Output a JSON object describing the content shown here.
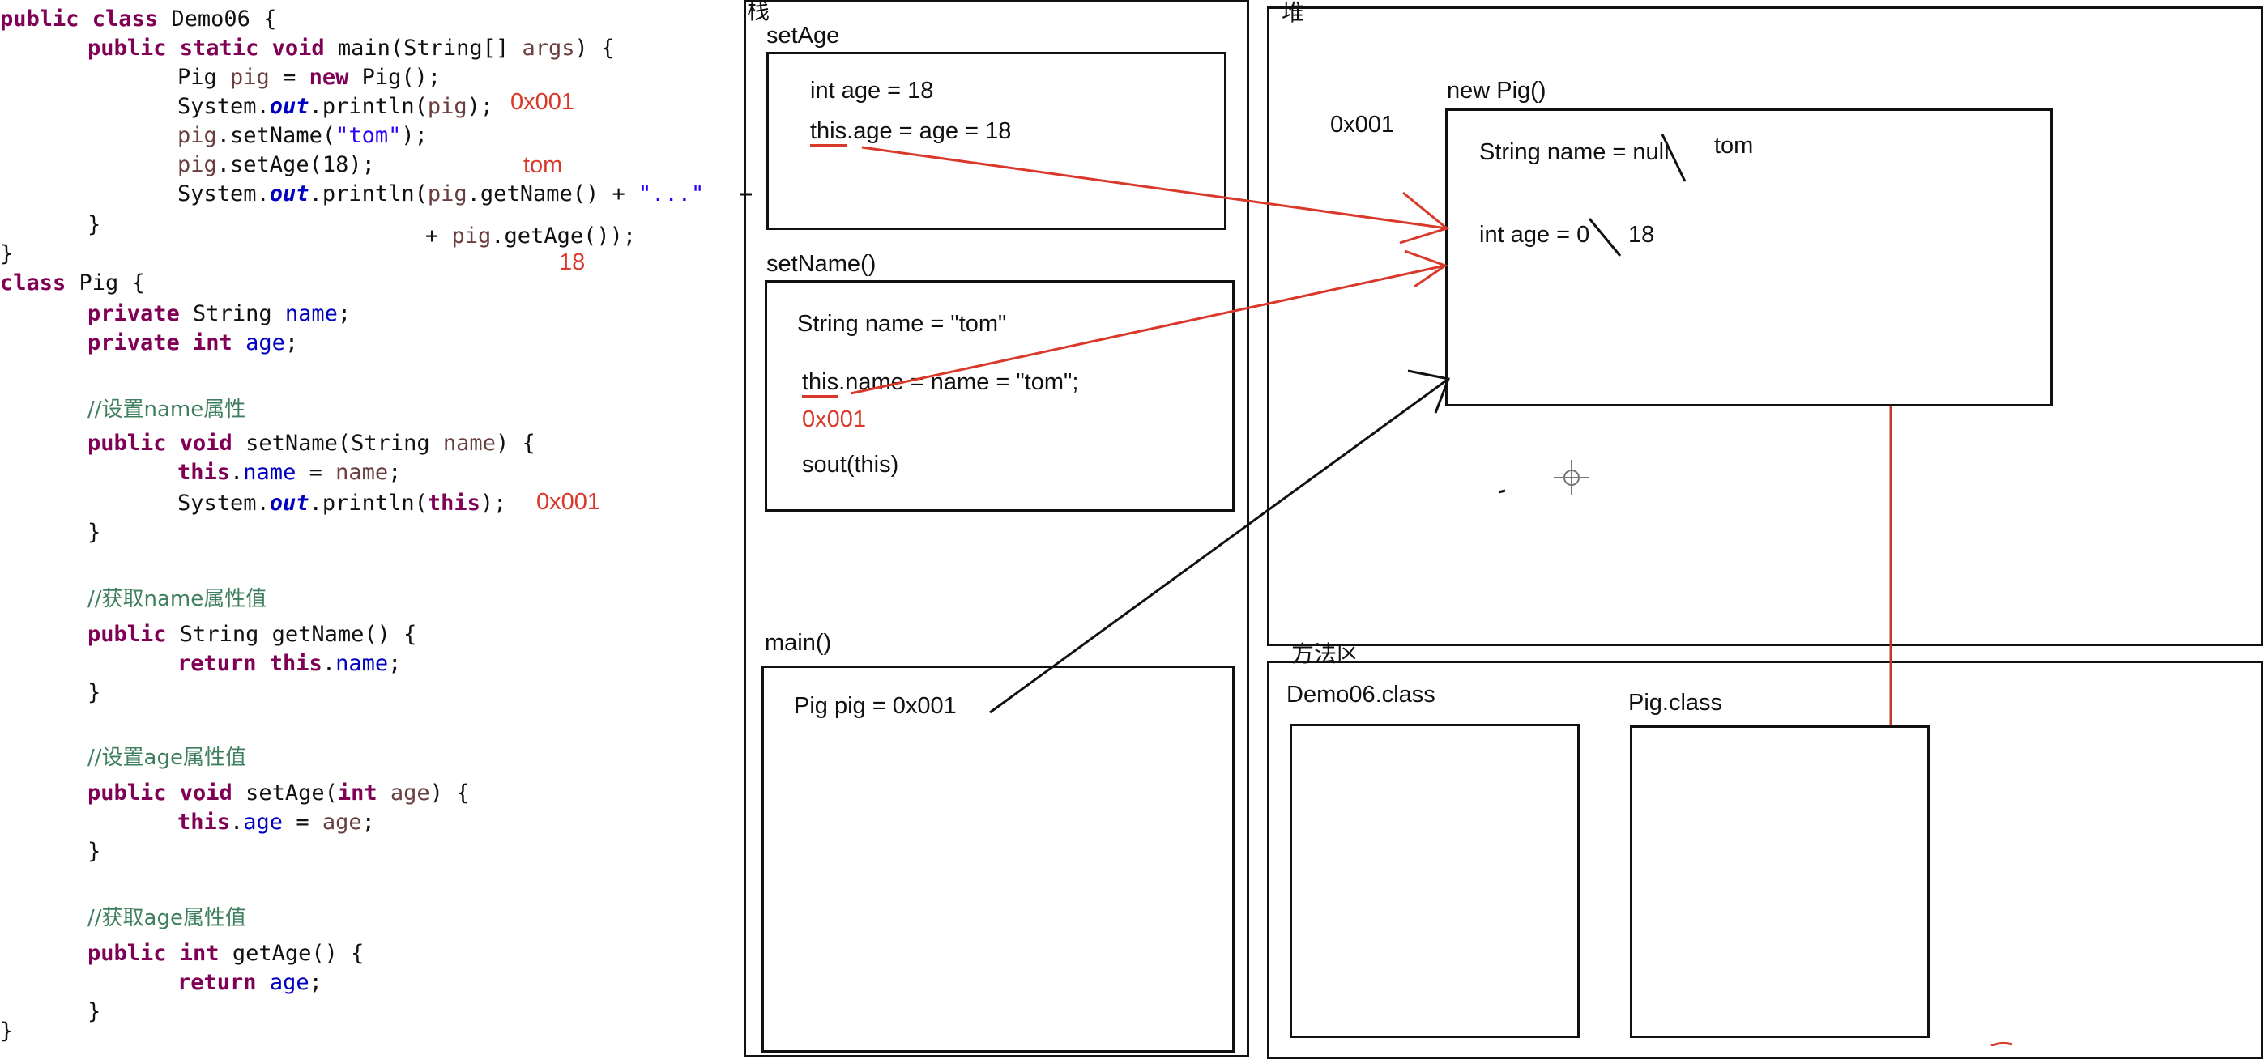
{
  "code": {
    "l1": {
      "kw1": "public class",
      "name": " Demo06 {"
    },
    "l2": {
      "kw1": "public static void",
      "rest": " main(String[] ",
      "var": "args",
      "end": ") {"
    },
    "l3": {
      "t1": "Pig ",
      "var": "pig",
      "t2": " = ",
      "kw": "new",
      "t3": " Pig();"
    },
    "l4": {
      "t1": "System.",
      "st": "out",
      "t2": ".println(",
      "var": "pig",
      "t3": ");"
    },
    "l5": {
      "var": "pig",
      "t1": ".setName(",
      "str": "\"tom\"",
      "t2": ");"
    },
    "l6": {
      "var": "pig",
      "t1": ".setAge(18);"
    },
    "l7": {
      "t1": "System.",
      "st": "out",
      "t2": ".println(",
      "var": "pig",
      "t3": ".getName() + ",
      "str": "\"...\""
    },
    "l8": {
      "t1": "}"
    },
    "l9": {
      "t1": "+ ",
      "var": "pig",
      "t2": ".getAge());"
    },
    "l10": {
      "t1": "}"
    },
    "l11": {
      "kw": "class",
      "t1": " Pig {"
    },
    "l12": {
      "kw": "private",
      "t1": " String ",
      "fld": "name",
      "t2": ";"
    },
    "l13": {
      "kw": "private int",
      "t1": " ",
      "fld": "age",
      "t2": ";"
    },
    "l14": {
      "cmt": "//设置name属性"
    },
    "l15": {
      "kw": "public void",
      "t1": " setName(String ",
      "var": "name",
      "t2": ") {"
    },
    "l16": {
      "kw": "this",
      "t1": ".",
      "fld": "name",
      "t2": " = ",
      "var": "name",
      "t3": ";"
    },
    "l17": {
      "t1": "System.",
      "st": "out",
      "t2": ".println(",
      "kw": "this",
      "t3": ");"
    },
    "l18": {
      "t1": "}"
    },
    "l19": {
      "cmt": "//获取name属性值"
    },
    "l20": {
      "kw": "public",
      "t1": " String getName() {"
    },
    "l21": {
      "kw": "return this",
      "t1": ".",
      "fld": "name",
      "t2": ";"
    },
    "l22": {
      "t1": "}"
    },
    "l23": {
      "cmt": "//设置age属性值"
    },
    "l24": {
      "kw": "public void",
      "t1": " setAge(",
      "kw2": "int",
      "t2": " ",
      "var": "age",
      "t3": ") {"
    },
    "l25": {
      "kw": "this",
      "t1": ".",
      "fld": "age",
      "t2": " = ",
      "var": "age",
      "t3": ";"
    },
    "l26": {
      "t1": "}"
    },
    "l27": {
      "cmt": "//获取age属性值"
    },
    "l28": {
      "kw": "public int",
      "t1": " getAge() {"
    },
    "l29": {
      "kw": "return",
      "t1": " ",
      "fld": "age",
      "t2": ";"
    },
    "l30": {
      "t1": "}"
    },
    "l31": {
      "t1": "}"
    }
  },
  "annotations": {
    "println_addr": "0x001",
    "tom": "tom",
    "eighteen": "18",
    "this_addr": "0x001"
  },
  "stack": {
    "title": "栈",
    "setAge": {
      "label": "setAge",
      "line1": "int age = 18",
      "line2_this": "this",
      "line2_rest": ".age = age = 18"
    },
    "setName": {
      "label": "setName()",
      "line1": "String name = \"tom\"",
      "line2_this": "this",
      "line2_rest": ".name = name = \"tom\";",
      "addr": "0x001",
      "line3": "sout(this)"
    },
    "main": {
      "label": "main()",
      "line1": "Pig pig =  0x001"
    }
  },
  "heap": {
    "title": "堆",
    "object_label": "new Pig()",
    "object_addr": "0x001",
    "field_name": "String name = null",
    "field_name_new": "tom",
    "field_age": "int age = 0",
    "field_age_new": "18"
  },
  "method_area": {
    "title": "方法区",
    "class1": "Demo06.class",
    "class2": "Pig.class"
  },
  "colors": {
    "annotation": "#d9382b",
    "keyword": "#7f0055",
    "field": "#0000c0",
    "string": "#2a00ff",
    "comment": "#3f7f5f"
  }
}
